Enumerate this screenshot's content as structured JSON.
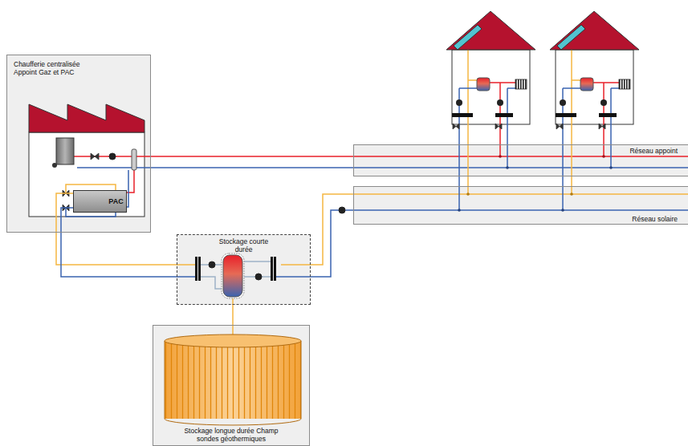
{
  "diagram": {
    "nodes": [
      {
        "text": [
          "Chaufferie centralisée Appoint Gaz et PAC"
        ]
      },
      {
        "text": [
          "PAC"
        ],
        "in": 0
      },
      {
        "text": [
          "Stockage courte durée"
        ]
      },
      {
        "text": [
          "Stockage longue durée Champ sondes géothermiques"
        ]
      },
      {
        "text": [
          "Réseau appoint"
        ]
      },
      {
        "text": [
          "Réseau solaire"
        ]
      }
    ],
    "edges": [
      {
        "from": 0,
        "to": 4,
        "arrow": "none"
      },
      {
        "from": 0,
        "to": 4,
        "arrow": "none"
      },
      {
        "from": 1,
        "to": 2,
        "arrow": "none"
      },
      {
        "from": 1,
        "to": 2,
        "arrow": "none"
      },
      {
        "from": 2,
        "to": 5,
        "arrow": "none"
      },
      {
        "from": 2,
        "to": 5,
        "arrow": "none"
      },
      {
        "from": 2,
        "to": 3,
        "arrow": "none"
      }
    ]
  }
}
